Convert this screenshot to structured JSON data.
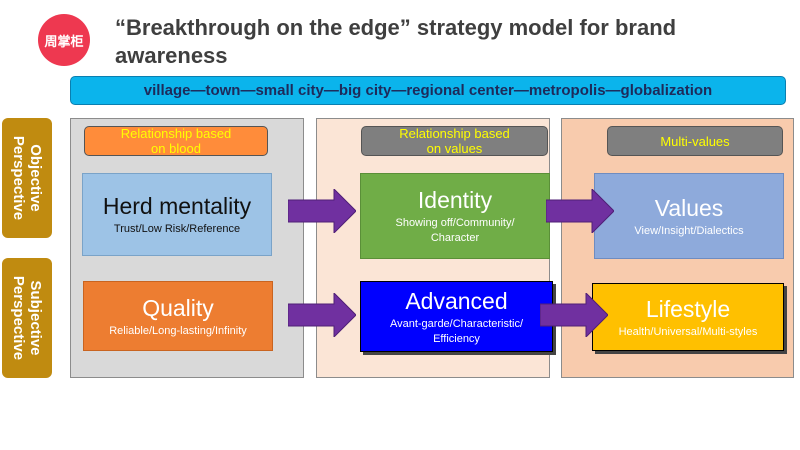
{
  "logo": {
    "text": "周掌柜"
  },
  "title": "“Breakthrough on the edge” strategy model for brand awareness",
  "banner": "village—town—small city—big city—regional center—metropolis—globalization",
  "perspectives": {
    "objective": "Objective\nPerspective",
    "subjective": "Subjective\nPerspective"
  },
  "columns": [
    {
      "header": "Relationship based\non blood"
    },
    {
      "header": "Relationship based\non values"
    },
    {
      "header": "Multi-values"
    }
  ],
  "boxes": {
    "herd": {
      "title": "Herd mentality",
      "sub": "Trust/Low Risk/Reference"
    },
    "identity": {
      "title": "Identity",
      "sub": "Showing off/Community/\nCharacter"
    },
    "values": {
      "title": "Values",
      "sub": "View/Insight/Dialectics"
    },
    "quality": {
      "title": "Quality",
      "sub": "Reliable/Long-lasting/Infinity"
    },
    "advanced": {
      "title": "Advanced",
      "sub": "Avant-garde/Characteristic/\nEfficiency"
    },
    "lifestyle": {
      "title": "Lifestyle",
      "sub": "Health/Universal/Multi-styles"
    }
  },
  "colors": {
    "logo": "#ee3850",
    "banner": "#0bb4ec",
    "side": "#c08b10",
    "col1": "#d9d9d9",
    "col2": "#fbe5d6",
    "col3": "#f8cbad",
    "herd": "#9dc3e6",
    "identity": "#70ad47",
    "values": "#8eaadb",
    "quality": "#ed7d31",
    "advanced": "#0000ff",
    "lifestyle": "#ffc000",
    "arrow": "#7030a0"
  }
}
